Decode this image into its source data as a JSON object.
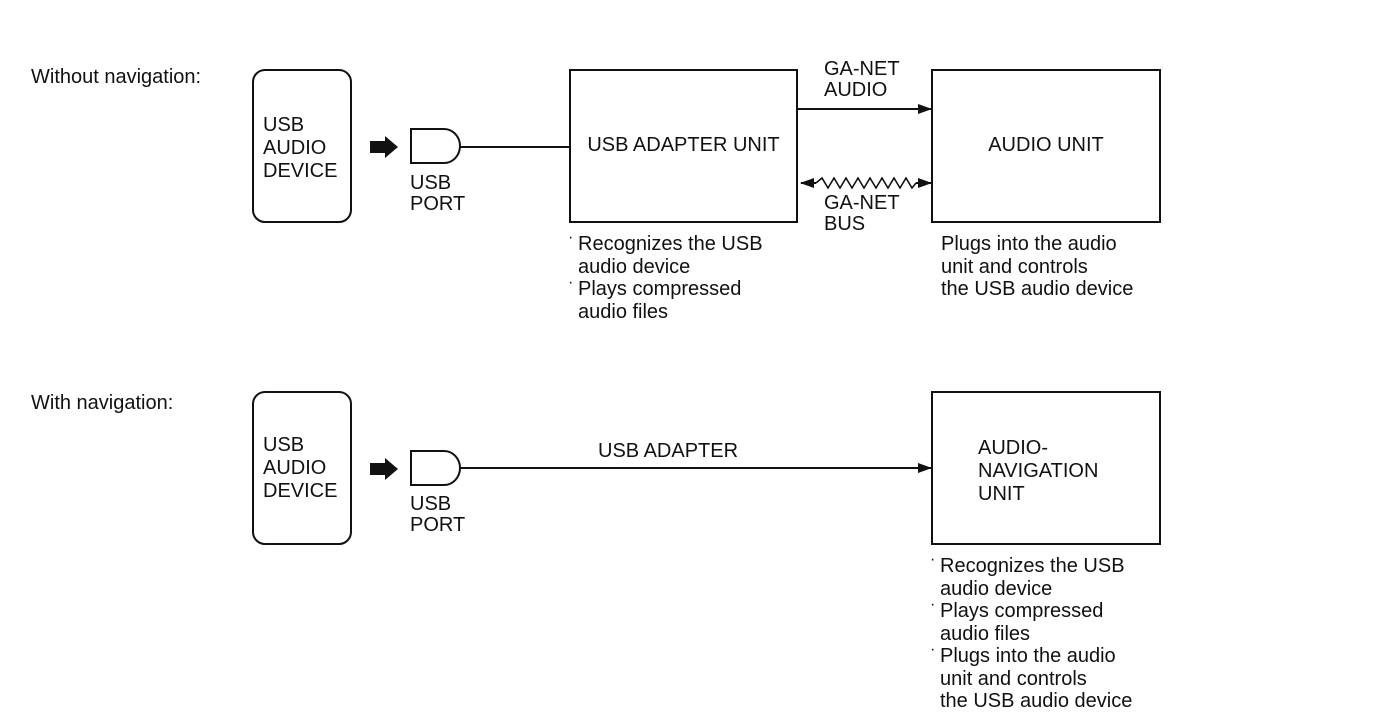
{
  "without_nav": {
    "label": "Without navigation:",
    "device_label": "USB\nAUDIO\nDEVICE",
    "port_label": "USB\nPORT",
    "adapter_label": "USB ADAPTER UNIT",
    "audio_unit_label": "AUDIO UNIT",
    "ganet_audio_label": "GA-NET\nAUDIO",
    "ganet_bus_label": "GA-NET\nBUS",
    "adapter_notes": [
      "Recognizes the USB\naudio device",
      "Plays compressed\naudio files"
    ],
    "audio_unit_note": "Plugs into the audio\nunit and controls\nthe USB audio device"
  },
  "with_nav": {
    "label": "With navigation:",
    "device_label": "USB\nAUDIO\nDEVICE",
    "port_label": "USB\nPORT",
    "link_label": "USB ADAPTER",
    "nav_unit_label": "AUDIO-\nNAVIGATION\nUNIT",
    "nav_unit_notes": [
      "Recognizes the USB\naudio device",
      "Plays compressed\naudio files",
      "Plugs into the audio\nunit and controls\nthe USB audio device"
    ]
  }
}
